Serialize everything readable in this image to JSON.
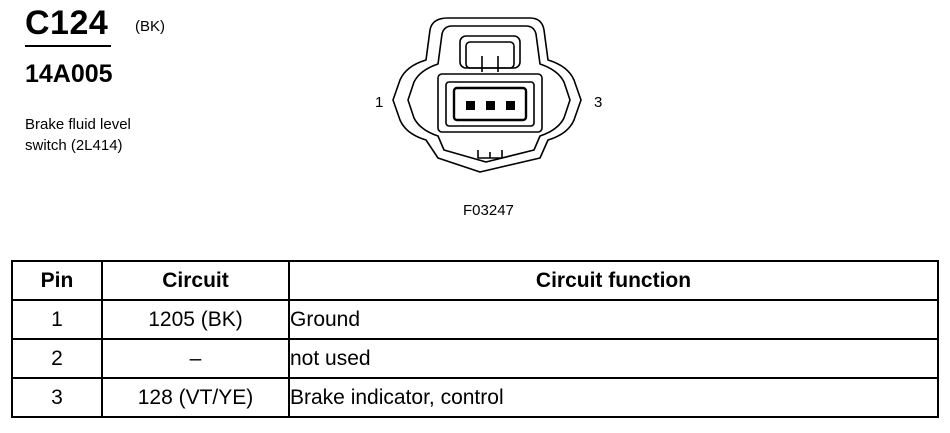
{
  "header": {
    "connector_id": "C124",
    "color_code": "(BK)",
    "part_number": "14A005",
    "description_line1": "Brake fluid level",
    "description_line2": "switch (2L414)"
  },
  "diagram": {
    "pin_left": "1",
    "pin_right": "3",
    "figure_id": "F03247"
  },
  "table": {
    "headers": [
      "Pin",
      "Circuit",
      "Circuit function"
    ],
    "rows": [
      {
        "pin": "1",
        "circuit": "1205 (BK)",
        "function": "Ground"
      },
      {
        "pin": "2",
        "circuit": "–",
        "function": "not used"
      },
      {
        "pin": "3",
        "circuit": "128 (VT/YE)",
        "function": "Brake indicator, control"
      }
    ]
  }
}
